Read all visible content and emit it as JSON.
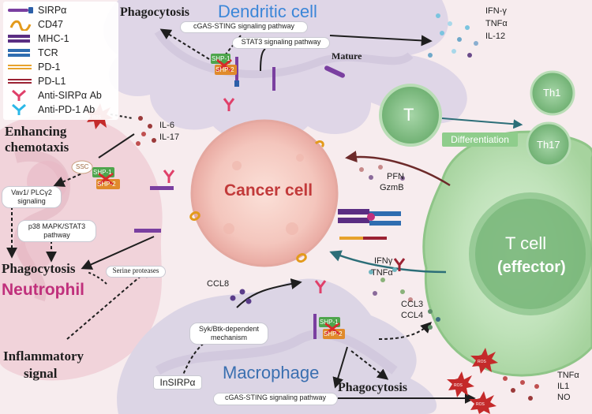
{
  "legend": [
    {
      "label": "SIRPα",
      "icon": "sirpa-icon"
    },
    {
      "label": "CD47",
      "icon": "cd47-icon"
    },
    {
      "label": "MHC-1",
      "icon": "mhc1-icon"
    },
    {
      "label": "TCR",
      "icon": "tcr-icon"
    },
    {
      "label": "PD-1",
      "icon": "pd1-icon"
    },
    {
      "label": "PD-L1",
      "icon": "pdl1-icon"
    },
    {
      "label": "Anti-SIRPα Ab",
      "icon": "anti-sirpa-ab-icon"
    },
    {
      "label": "Anti-PD-1 Ab",
      "icon": "anti-pd1-ab-icon"
    }
  ],
  "cells": {
    "dendritic": "Dendritic cell",
    "cancer": "Cancer cell",
    "t_effector_line1": "T cell",
    "t_effector_line2": "(effector)",
    "neutrophil": "Neutrophil",
    "macrophage": "Macrophage",
    "t_naive": "T",
    "th1": "Th1",
    "th17": "Th17"
  },
  "labels": {
    "phagocytosis_dc": "Phagocytosis",
    "phagocytosis_neutrophil": "Phagocytosis",
    "phagocytosis_macrophage": "Phagocytosis",
    "enhancing_line1": "Enhancing",
    "enhancing_line2": "chemotaxis",
    "inflammatory_line1": "Inflammatory",
    "inflammatory_line2": "signal",
    "mature": "Mature",
    "differentiation": "Differentiation",
    "pfn": "PFN",
    "gzmb": "GzmB",
    "ifng": "IFNγ",
    "tnfa": "TNFα",
    "ccl8": "CCL8",
    "ccl3": "CCL3",
    "ccl4": "CCL4",
    "il6": "IL-6",
    "il17": "IL-17",
    "ifn_gamma": "IFN-γ",
    "tnfa_dc": "TNFα",
    "il12": "IL-12",
    "tnfa_mac": "TNFα",
    "il1": "IL1",
    "no": "NO",
    "insirpa": "InSIRPα",
    "ssc": "SSC",
    "shp1": "SHP-1",
    "shp2": "SHP-2",
    "ros": "ROS"
  },
  "pathways": {
    "cgas_dc": "cGAS-STING signaling pathway",
    "stat3_dc": "STAT3 signaling pathway",
    "vav1_line1": "Vav1/ PLCγ2",
    "vav1_line2": "signaling",
    "p38_line1": "p38 MAPK/STAT3",
    "p38_line2": "pathway",
    "serine": "Serine proteases",
    "syk_line1": "Syk/Btk-dependent",
    "syk_line2": "mechanism",
    "cgas_mac": "cGAS-STING signaling pathway"
  },
  "colors": {
    "background": "#f7ecee",
    "sirpa": "#7a3fa0",
    "cd47": "#e39a1b",
    "mhc1": "#5a2d82",
    "tcr": "#2f6db0",
    "pd1": "#e7a22c",
    "pdl1": "#9b2233",
    "anti_sirpa": "#e0406a",
    "anti_pd1": "#2bb8e8",
    "dendritic_title": "#3b86d8",
    "neutrophil_title": "#c0307c",
    "macrophage_title": "#3a6fb0",
    "cancer_title": "#c23a3a",
    "t_green": "#8bc48d",
    "ros": "#c42a2a"
  }
}
